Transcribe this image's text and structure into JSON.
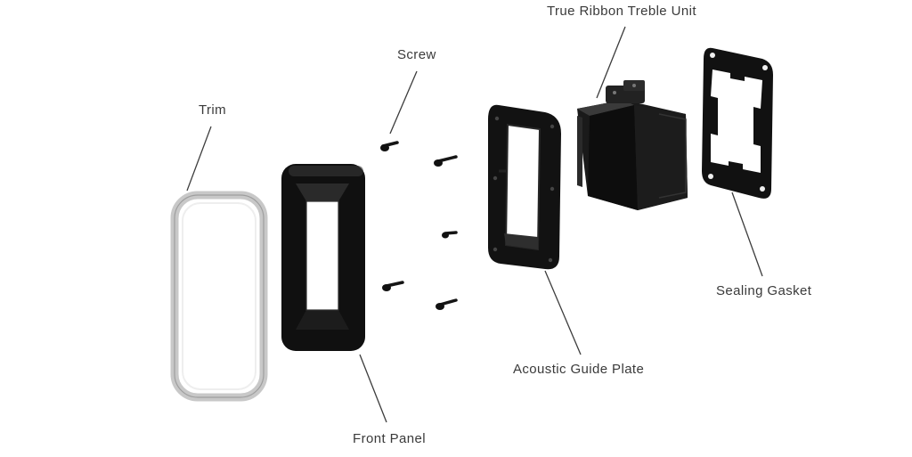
{
  "labels": {
    "trim": "Trim",
    "front_panel": "Front Panel",
    "screw": "Screw",
    "acoustic_guide_plate": "Acoustic Guide Plate",
    "true_ribbon_treble_unit": "True Ribbon Treble Unit",
    "sealing_gasket": "Sealing Gasket"
  },
  "colors": {
    "part_black": "#111111",
    "part_highlight": "#3d3d3d",
    "trim_glass": "#dcdcdc",
    "leader_line": "#3c3c3c",
    "label_text": "#3a3a3a"
  }
}
